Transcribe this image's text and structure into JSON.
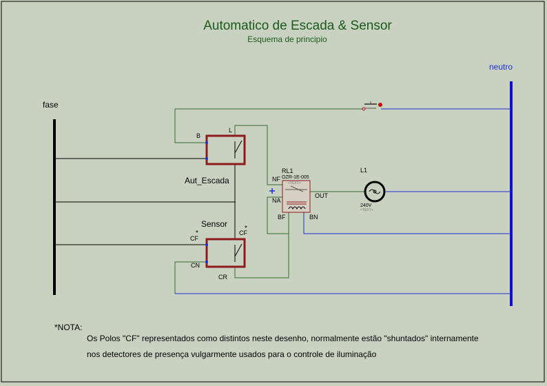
{
  "title": "Automatico de Escada & Sensor",
  "subtitle": "Esquema de principio",
  "labels": {
    "neutro": "neutro",
    "fase": "fase",
    "aut_escada": "Aut_Escada",
    "sensor": "Sensor",
    "pin_b": "B",
    "pin_l": "L",
    "pin_cf_left": "CF",
    "pin_cf_right": "CF",
    "pin_cn": "CN",
    "pin_cr": "CR",
    "asterisk": "*",
    "relay_name": "RL1",
    "relay_model": "OZR-1E-005",
    "relay_text": "<TEXT>",
    "pin_nf": "NF",
    "pin_na": "NA",
    "pin_out": "OUT",
    "pin_bf": "BF",
    "pin_bn": "BN",
    "lamp_name": "L1",
    "lamp_value": "240V",
    "lamp_text": "<TEXT>"
  },
  "note": {
    "heading": "*NOTA:",
    "line1": "Os Polos \"CF\" representados como distintos neste desenho, normalmente estão \"shuntados\" internamente",
    "line2": "nos detectores de presença vulgarmente usados para o controle de iluminação"
  },
  "colors": {
    "background": "#c9d2c1",
    "title_green": "#1a5a1a",
    "wire_green": "#2e6b2e",
    "wire_blue": "#1c2fd0",
    "wire_black": "#000000",
    "neutral_bus": "#1010c8",
    "component_border": "#8b1a1a",
    "relay_fill": "#d7cfc3",
    "relay_border": "#8b1a1a",
    "pushbutton_red": "#c01010"
  }
}
